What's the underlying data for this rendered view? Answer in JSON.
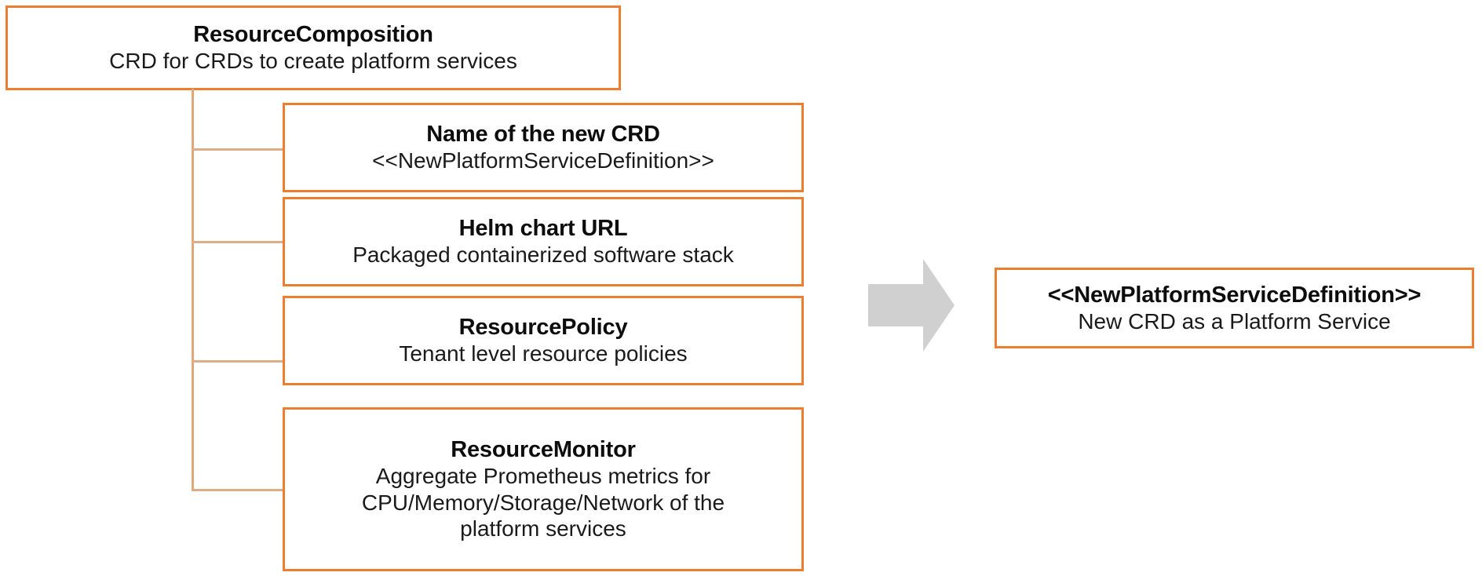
{
  "diagram": {
    "title": "ResourceComposition CRD composition diagram",
    "accent_color": "#ED7D31",
    "connector_color": "#DCAE86",
    "arrow_color": "#D0D0D0",
    "background": "#FFFFFF"
  },
  "root": {
    "title": "ResourceComposition",
    "subtitle": "CRD for CRDs to create platform services"
  },
  "children": [
    {
      "title": "Name of the new CRD",
      "subtitle_lines": [
        "<<NewPlatformServiceDefinition>>"
      ]
    },
    {
      "title": "Helm chart URL",
      "subtitle_lines": [
        "Packaged containerized software stack"
      ]
    },
    {
      "title": "ResourcePolicy",
      "subtitle_lines": [
        "Tenant level resource policies"
      ]
    },
    {
      "title": "ResourceMonitor",
      "subtitle_lines": [
        "Aggregate Prometheus metrics for",
        "CPU/Memory/Storage/Network of the",
        "platform services"
      ]
    }
  ],
  "arrow": {
    "icon": "right-arrow-icon",
    "direction": "right"
  },
  "output": {
    "title": "<<NewPlatformServiceDefinition>>",
    "subtitle": "New CRD as a Platform Service"
  }
}
